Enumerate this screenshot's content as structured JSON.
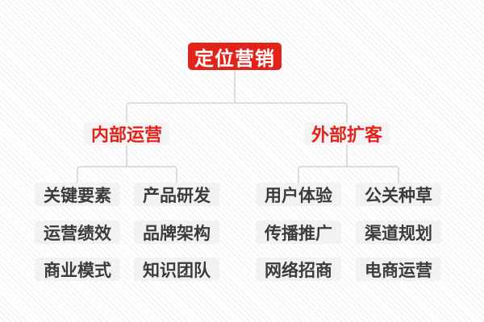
{
  "diagram": {
    "root": {
      "label": "定位营销"
    },
    "branches": [
      {
        "label": "内部运营",
        "children": [
          "关键要素",
          "产品研发",
          "运营绩效",
          "品牌架构",
          "商业模式",
          "知识团队"
        ]
      },
      {
        "label": "外部扩客",
        "children": [
          "用户体验",
          "公关种草",
          "传播推广",
          "渠道规划",
          "网络招商",
          "电商运营"
        ]
      }
    ]
  },
  "colors": {
    "accent_red": "#e2231a",
    "root_text": "#ffffff",
    "node_bg": "#f2f2f2",
    "leaf_text": "#3b3b3b",
    "connector_line": "#c9c9c9",
    "background_stripe": "#efeff1"
  }
}
